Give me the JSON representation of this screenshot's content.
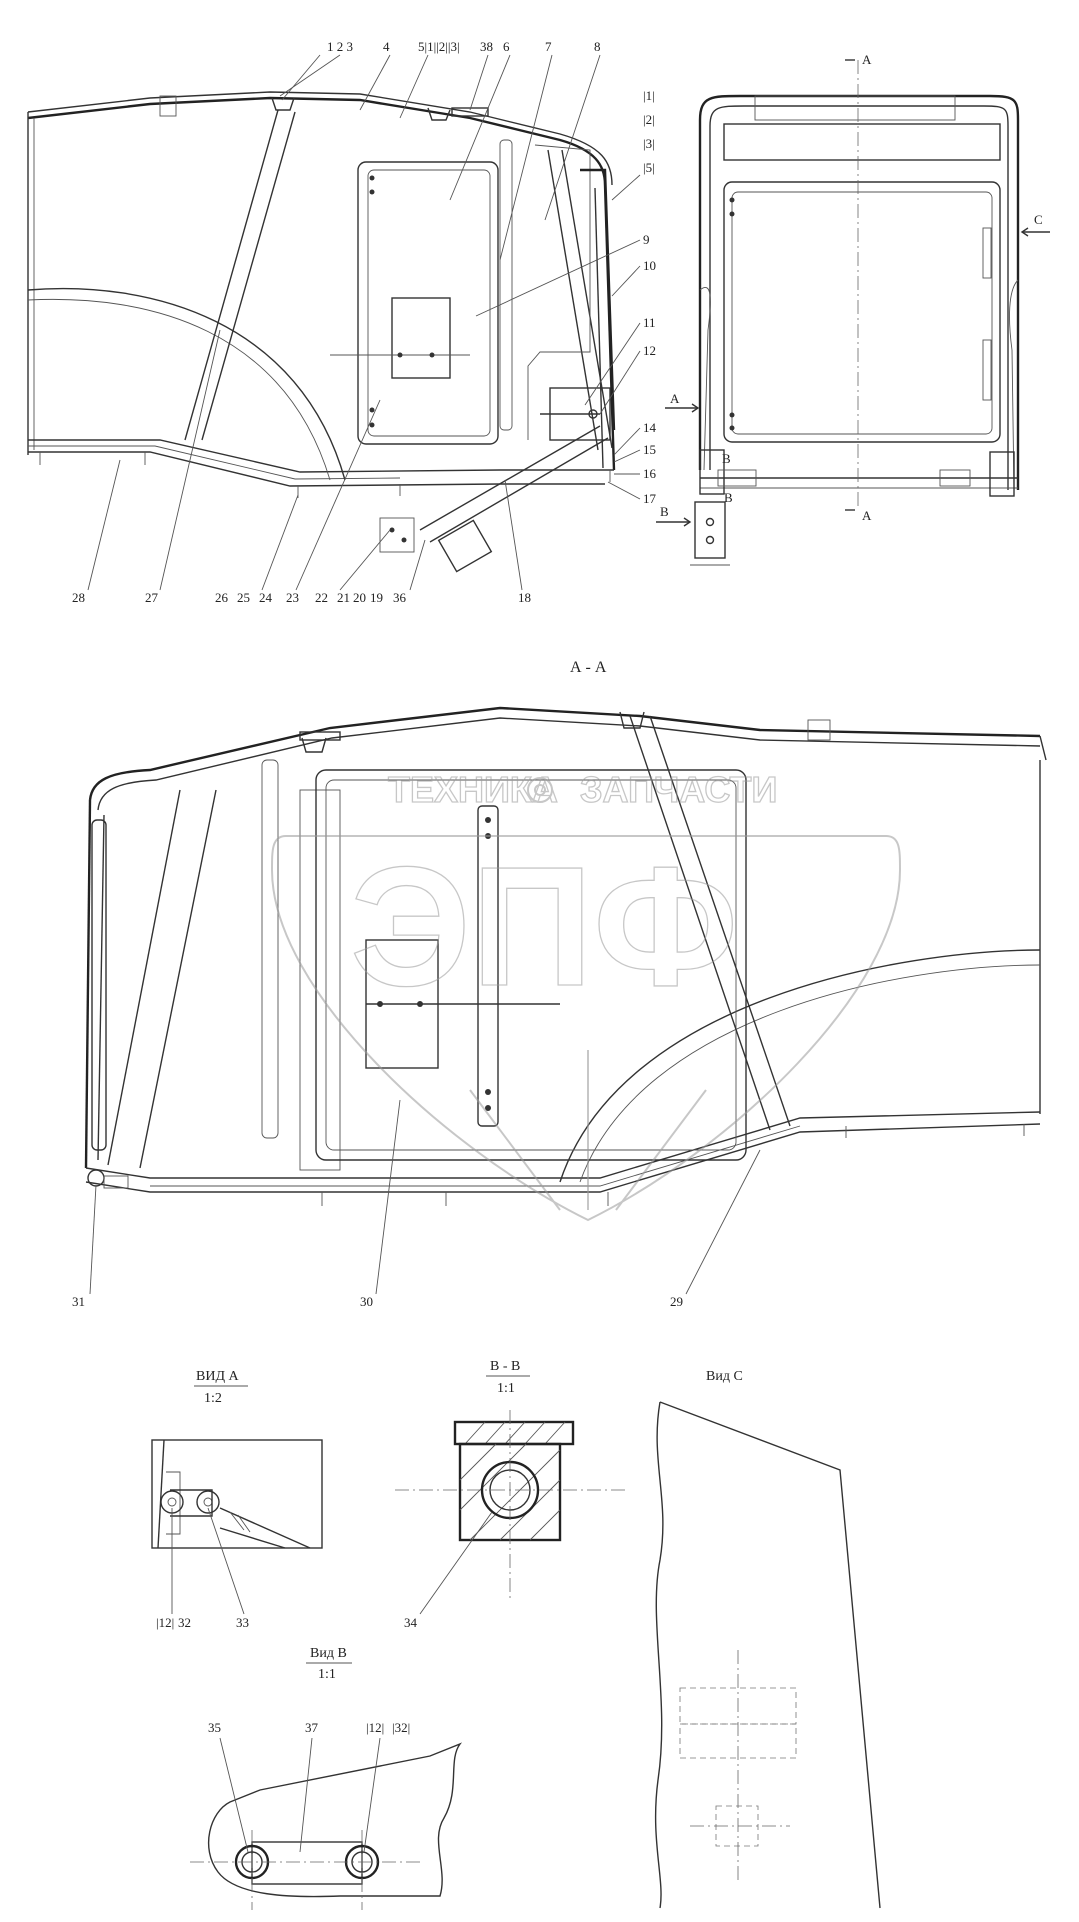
{
  "watermark": {
    "top_left": "ТЕХНИКА",
    "top_right": "ЗАПЧАСТИ",
    "letters": "ЭПФ"
  },
  "side_view": {
    "callouts_top": [
      "1 2 3",
      "4",
      "5|1||2||3|",
      "38",
      "6",
      "7",
      "8"
    ],
    "callouts_right": [
      "9",
      "10",
      "11",
      "12",
      "14",
      "15",
      "16",
      "17"
    ],
    "callouts_bottom": [
      "28",
      "27",
      "26",
      "25",
      "24",
      "23",
      "22",
      "21",
      "20",
      "19",
      "36",
      "18"
    ],
    "ref_list": [
      "|1|",
      "|2|",
      "|3|",
      "|5|"
    ]
  },
  "front_view": {
    "section_marks": [
      "A",
      "A",
      "A",
      "C",
      "B",
      "B",
      "B"
    ]
  },
  "section_aa": {
    "title": "А - А",
    "callouts": [
      "31",
      "30",
      "29"
    ]
  },
  "view_a": {
    "title": "ВИД А",
    "scale": "1:2",
    "callouts": [
      "|12|",
      "32",
      "33"
    ]
  },
  "view_bb": {
    "title": "B - B",
    "scale": "1:1",
    "callouts": [
      "34"
    ]
  },
  "view_c": {
    "title": "Вид С"
  },
  "view_b": {
    "title": "Вид В",
    "scale": "1:1",
    "callouts": [
      "35",
      "37",
      "|12|",
      "|32|"
    ]
  }
}
